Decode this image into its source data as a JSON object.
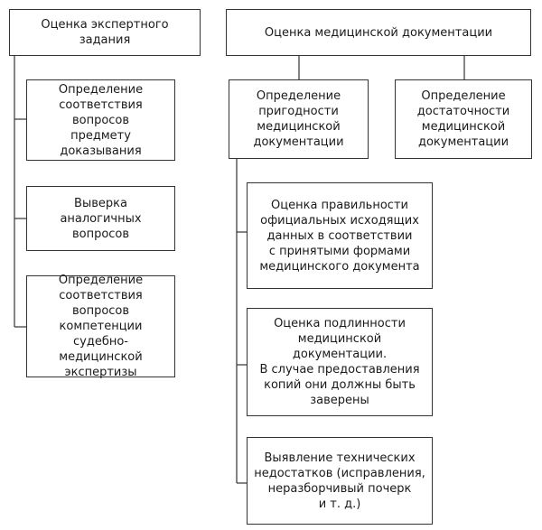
{
  "nodes": {
    "expert_task": "Оценка экспертного задания",
    "med_docs": "Оценка медицинской документации",
    "questions_subject": "Определение\nсоответствия вопросов\nпредмету доказывания",
    "similar_questions": "Выверка аналогичных\nвопросов",
    "competence": "Определение\nсоответствия вопросов\nкомпетенции\nсудебно-медицинской\nэкспертизы",
    "suitability": "Определение\nпригодности\nмедицинской\nдокументации",
    "sufficiency": "Определение\nдостаточности\nмедицинской\nдокументации",
    "correctness": "Оценка правильности\nофициальных исходящих\nданных в соответствии\nс принятыми формами\nмедицинского документа",
    "authenticity": "Оценка подлинности\nмедицинской документации.\nВ случае предоставления\nкопий они должны быть\nзаверены",
    "technical_defects": "Выявление технических\nнедостатков (исправления,\nнеразборчивый почерк\nи т. д.)"
  }
}
